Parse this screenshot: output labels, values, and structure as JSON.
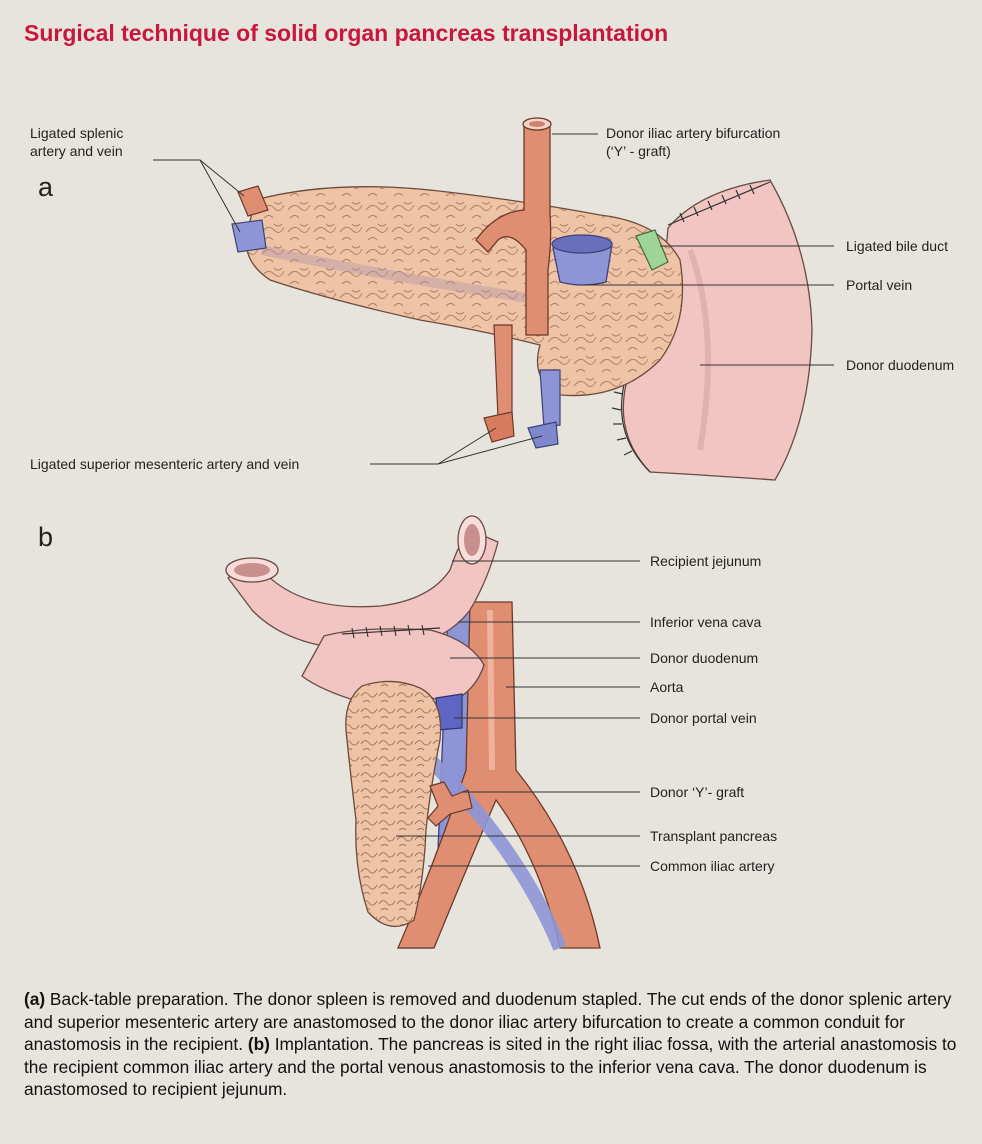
{
  "title": "Surgical technique of solid organ pancreas transplantation",
  "panel_a": {
    "letter": "a",
    "labels": {
      "splenic_line1": "Ligated splenic",
      "splenic_line2": "artery and vein",
      "y_graft_line1": "Donor iliac artery bifurcation",
      "y_graft_line2": "(‘Y’ - graft)",
      "bile_duct": "Ligated bile duct",
      "portal_vein": "Portal vein",
      "donor_duodenum": "Donor duodenum",
      "sma_smv": "Ligated superior mesenteric artery and vein"
    }
  },
  "panel_b": {
    "letter": "b",
    "labels": {
      "recipient_jejunum": "Recipient jejunum",
      "ivc": "Inferior vena cava",
      "donor_duodenum": "Donor duodenum",
      "aorta": "Aorta",
      "donor_portal_vein": "Donor portal vein",
      "donor_y_graft": "Donor ‘Y’- graft",
      "transplant_pancreas": "Transplant pancreas",
      "common_iliac_artery": "Common iliac artery"
    }
  },
  "caption": {
    "a_tag": "(a)",
    "a_text": " Back-table preparation. The donor spleen is removed and duodenum stapled. The cut ends of the donor splenic artery and superior mesenteric artery are anastomosed to the donor iliac artery bifurcation to create a common conduit for anastomosis in the recipient. ",
    "b_tag": "(b)",
    "b_text": " Implantation. The pancreas is sited in the right iliac fossa, with the arterial anastomosis to the recipient common iliac artery and the portal venous anastomosis to the inferior vena cava. The donor duodenum is anastomosed to recipient jejunum."
  },
  "colors": {
    "title": "#c8173d",
    "artery": "#e08e72",
    "vein": "#8e95d6",
    "pancreas": "#efc3a6",
    "duodenum": "#f1c5c2",
    "bile_duct": "#9fd49a"
  }
}
